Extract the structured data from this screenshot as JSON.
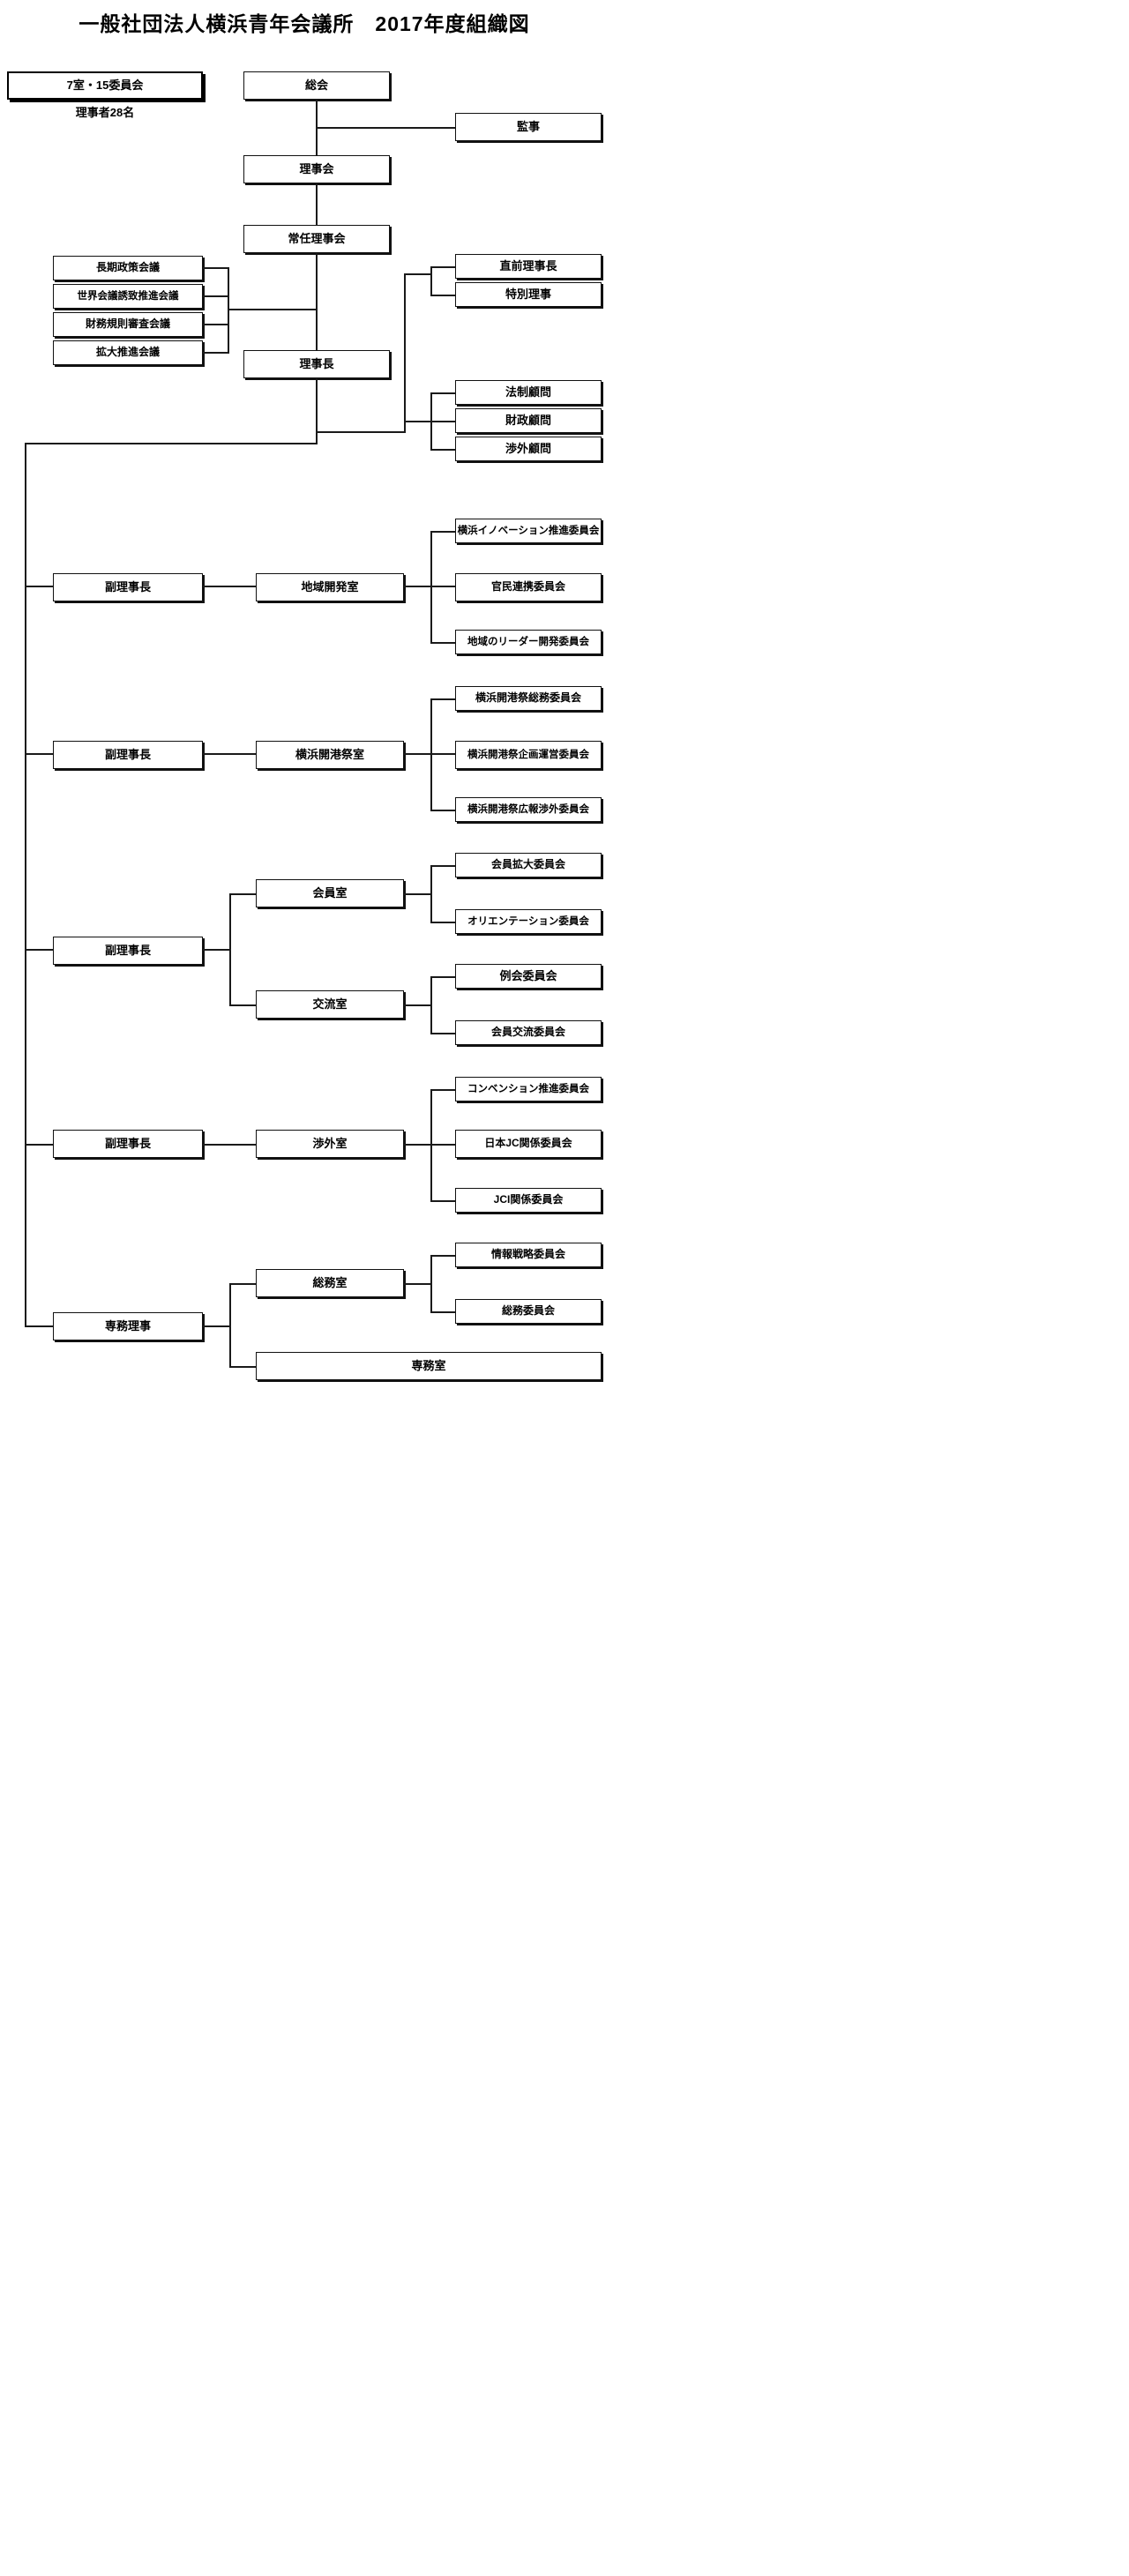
{
  "title": "一般社団法人横浜青年会議所　2017年度組織図",
  "summary": {
    "rooms_committees": "7室・15委員会",
    "directors_count": "理事者28名"
  },
  "governance": {
    "general_meeting": "総会",
    "auditor": "監事",
    "board_of_directors": "理事会",
    "standing_board": "常任理事会",
    "president": "理事長"
  },
  "conferences": [
    "長期政策会議",
    "世界会議誘致推進会議",
    "財務規則審査会議",
    "拡大推進会議"
  ],
  "advisors_upper": [
    "直前理事長",
    "特別理事"
  ],
  "advisors_lower": [
    "法制顧問",
    "財政顧問",
    "渉外顧問"
  ],
  "divisions": [
    {
      "officer": "副理事長",
      "rooms": [
        {
          "name": "地域開発室",
          "committees": [
            "横浜イノベーション推進委員会",
            "官民連携委員会",
            "地域のリーダー開発委員会"
          ]
        }
      ]
    },
    {
      "officer": "副理事長",
      "rooms": [
        {
          "name": "横浜開港祭室",
          "committees": [
            "横浜開港祭総務委員会",
            "横浜開港祭企画運営委員会",
            "横浜開港祭広報渉外委員会"
          ]
        }
      ]
    },
    {
      "officer": "副理事長",
      "rooms": [
        {
          "name": "会員室",
          "committees": [
            "会員拡大委員会",
            "オリエンテーション委員会"
          ]
        },
        {
          "name": "交流室",
          "committees": [
            "例会委員会",
            "会員交流委員会"
          ]
        }
      ]
    },
    {
      "officer": "副理事長",
      "rooms": [
        {
          "name": "渉外室",
          "committees": [
            "コンベンション推進委員会",
            "日本JC関係委員会",
            "JCI関係委員会"
          ]
        }
      ]
    },
    {
      "officer": "専務理事",
      "rooms": [
        {
          "name": "総務室",
          "committees": [
            "情報戦略委員会",
            "総務委員会"
          ]
        },
        {
          "name": "専務室",
          "committees": []
        }
      ]
    }
  ],
  "colors": {
    "line": "#1a1a1a",
    "border": "#111111",
    "background": "#ffffff"
  }
}
